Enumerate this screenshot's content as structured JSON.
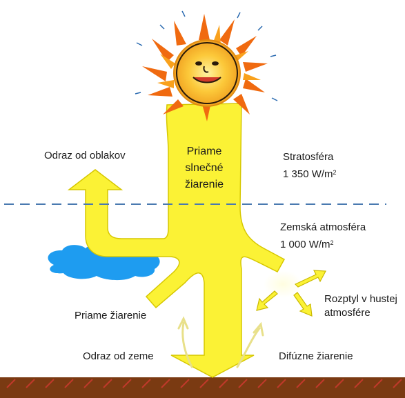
{
  "diagram": {
    "direct_radiation": [
      "Priame",
      "slnečné",
      "žiarenie"
    ],
    "stratosphere": {
      "name": "Stratosféra",
      "value": "1 350 W/m",
      "exponent": "2"
    },
    "atmosphere": {
      "name": "Zemská atmosféra",
      "value": "1 000 W/m",
      "exponent": "2"
    },
    "cloud_reflection": "Odraz od oblakov",
    "scattering": [
      "Rozptyl v hustej",
      "atmosfére"
    ],
    "direct_surface": "Priame žiarenie",
    "ground_reflection": "Odraz od zeme",
    "diffuse": "Difúzne žiarenie"
  },
  "colors": {
    "beam": "#fbf235",
    "beam_outline": "#c9b800",
    "cloud": "#1e9cf0",
    "ground": "#7a3a12",
    "dash": "#4a7ab0",
    "sun_core": "#fcc93a",
    "sun_rays": "#f06a10"
  }
}
